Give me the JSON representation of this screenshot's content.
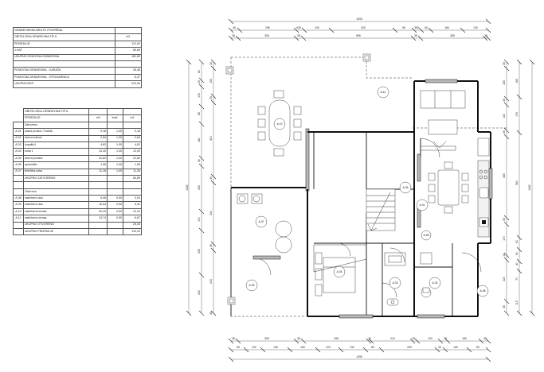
{
  "drawing": {
    "title": "Floor plan - Ground floor (PRIZEMLJE) with area tables"
  },
  "table_gross_area": {
    "title": "GRAĐEVINSKA BRUTO POVRŠINA",
    "header": {
      "label": "OBITELJSKA GRAĐEVINA TIP A",
      "unit": "m2"
    },
    "rows": [
      {
        "label": "PRIZEMLJE",
        "value": "112,00"
      },
      {
        "label": "1.KAT",
        "value": "69,69"
      },
      {
        "label": "UKUPNO OSNOVNA GRAĐEVINA",
        "value": "181,69"
      },
      {
        "label": "POMOĆNA GRAĐEVINA - GARAŽA",
        "value": "35,48"
      },
      {
        "label": "POMOĆNA GRAĐEVINA - STROJARNICA",
        "value": "6,37"
      },
      {
        "label": "UKUPNO BGP",
        "value": "223,54"
      }
    ]
  },
  "table_rooms": {
    "title": "OBITELJSKA GRAĐEVINA TIP A",
    "subheader": {
      "level": "PRIZEMLJE",
      "col1": "m2",
      "col2": "koef.",
      "col3": "m2"
    },
    "group_closed": "Zatvoreno",
    "group_open": "Otvoreno",
    "closed_rows": [
      {
        "code": "A.01",
        "name": "ulazni prostor / hodnik",
        "area": "9,18",
        "coef": "1,00",
        "total": "9,18"
      },
      {
        "code": "A.02",
        "name": "dnevni zahod",
        "area": "2,64",
        "coef": "1,00",
        "total": "2,64"
      },
      {
        "code": "A.03",
        "name": "kupaltio1",
        "area": "4,62",
        "coef": "1,00",
        "total": "4,62"
      },
      {
        "code": "A.04",
        "name": "soba 1",
        "area": "13,40",
        "coef": "1,00",
        "total": "13,40"
      },
      {
        "code": "A.05",
        "name": "dnevni prostor",
        "area": "41,82",
        "coef": "1,00",
        "total": "41,82"
      },
      {
        "code": "A.06",
        "name": "spremište",
        "area": "1,95",
        "coef": "1,00",
        "total": "1,95"
      },
      {
        "code": "A.07",
        "name": "tehnička soba",
        "area": "11,28",
        "coef": "1,00",
        "total": "11,28"
      }
    ],
    "closed_total": {
      "label": "UKUPNO ZATVORENO",
      "total": "84,89"
    },
    "open_rows": [
      {
        "code": "A.08",
        "name": "natkriveni ulaz",
        "area": "6,08",
        "coef": "0,50",
        "total": "3,04"
      },
      {
        "code": "A.09",
        "name": "natkriveni ulaz",
        "area": "10,64",
        "coef": "0,50",
        "total": "5,32"
      },
      {
        "code": "A.10",
        "name": "natkrivena terasa",
        "area": "20,20",
        "coef": "0,50",
        "total": "10,10"
      },
      {
        "code": "A.11",
        "name": "natkrivena terasa",
        "area": "13,74",
        "coef": "0,50",
        "total": "6,87"
      }
    ],
    "open_total": {
      "label": "UKUPNO OTVORENO",
      "total": "25,33"
    },
    "grand_total": {
      "label": "UKUPNO PRIZEMLJE",
      "total": "110,22"
    }
  },
  "dimensions": {
    "top_overall": "1295",
    "top_chain_1": [
      "45",
      "295",
      "535",
      "130",
      "320",
      "95",
      "355",
      "50",
      "160",
      "120"
    ],
    "top_chain_2": [
      "35",
      "305",
      "35",
      "555",
      "35",
      "285",
      "35"
    ],
    "bottom_chain_1": [
      "35",
      "305",
      "35",
      "335",
      "10",
      "210",
      "25",
      "120",
      "35",
      "150",
      "35"
    ],
    "bottom_chain_2": [
      "95",
      "100",
      "145",
      "150",
      "120",
      "130",
      "80",
      "290",
      "33",
      "100",
      "53"
    ],
    "bottom_overall": "1295",
    "left_overall": "1340",
    "left_chain_1": [
      "80",
      "25",
      "105",
      "85",
      "180",
      "40",
      "235",
      "100",
      "235",
      "240"
    ],
    "left_chain_2": [
      "35",
      "155",
      "35",
      "400",
      "35",
      "330",
      "35",
      "205",
      "35"
    ],
    "right_overall": "1340",
    "right_chain_1": [
      "35",
      "165",
      "35",
      "140",
      "35",
      "445",
      "35",
      "170",
      "15",
      "220",
      "45"
    ],
    "right_chain_2": [
      "165",
      "175",
      "560",
      "60",
      "60",
      "40",
      "70",
      "115"
    ]
  },
  "room_markers": [
    {
      "code": "A.01"
    },
    {
      "code": "A.02"
    },
    {
      "code": "A.03"
    },
    {
      "code": "A.04"
    },
    {
      "code": "A.05"
    },
    {
      "code": "A.06"
    },
    {
      "code": "A.07"
    },
    {
      "code": "A.08"
    },
    {
      "code": "A.09"
    },
    {
      "code": "A.10"
    },
    {
      "code": "A.11"
    }
  ]
}
